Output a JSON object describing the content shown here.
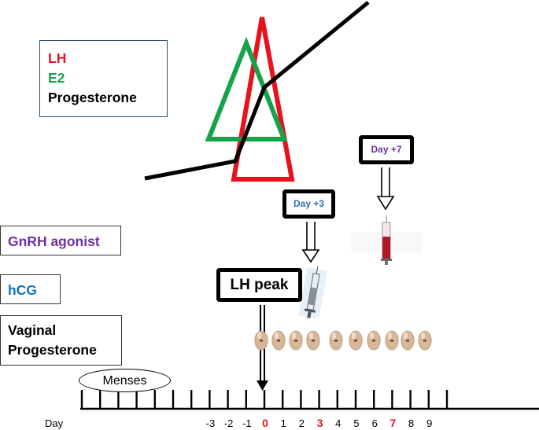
{
  "legend": {
    "lh": "LH",
    "e2": "E2",
    "progesterone": "Progesterone"
  },
  "labels": {
    "gnrh": "GnRH agonist",
    "hcg": "hCG",
    "vaginal_line1": "Vaginal",
    "vaginal_line2": "Progesterone"
  },
  "markers": {
    "lh_peak": "LH peak",
    "day_plus3": "Day +3",
    "day_plus7": "Day +7",
    "menses": "Menses"
  },
  "axis": {
    "caption": "Day",
    "ticks": [
      "-3",
      "-2",
      "-1",
      "0",
      "1",
      "2",
      "3",
      "4",
      "5",
      "6",
      "7",
      "8",
      "9"
    ],
    "highlighted": [
      "0",
      "3",
      "7"
    ]
  },
  "colors": {
    "lh": "#e8121c",
    "e2": "#16a24a",
    "progesterone": "#000000",
    "gnrh": "#7030a0",
    "hcg": "#0b74c4",
    "highlight": "#e0141e"
  },
  "icons": {
    "syringe_hcg": "syringe-icon",
    "syringe_gnrh": "syringe-icon",
    "pill": "capsule-icon"
  }
}
